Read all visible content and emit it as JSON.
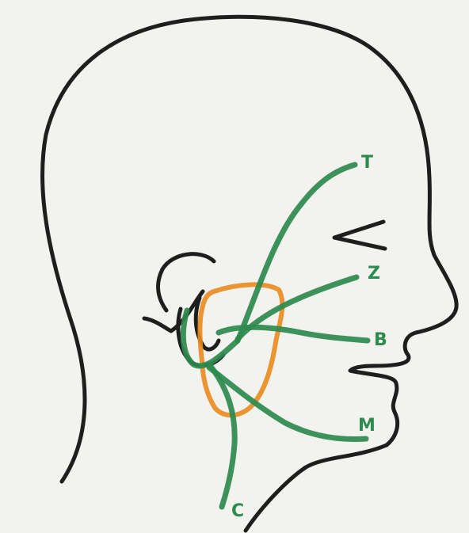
{
  "diagram": {
    "labels": {
      "temporal": "T",
      "zygomatic": "Z",
      "buccal": "B",
      "mandibular": "M",
      "cervical": "C"
    },
    "colors": {
      "outline": "#1e1e1e",
      "nerve": "#2e8a4e",
      "parotid": "#e98a1d",
      "background": "#f2f2ef"
    }
  }
}
